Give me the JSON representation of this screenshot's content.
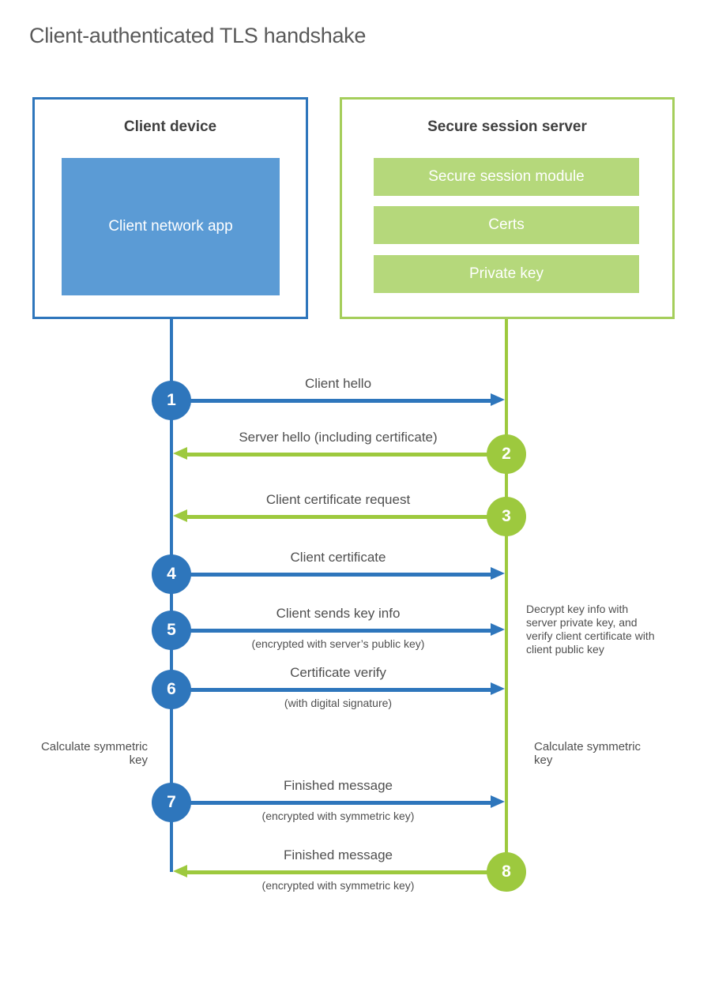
{
  "page": {
    "title": "Client-authenticated TLS handshake"
  },
  "colors": {
    "blue": "#2e76bc",
    "blue_fill": "#5b9bd5",
    "green": "#9dc93e",
    "green_border": "#a5ce5b",
    "green_fill": "#b5d87b",
    "text_dark": "#3f3f3f",
    "text_label": "#4f4f4f"
  },
  "actors": {
    "client": {
      "title": "Client device",
      "module": "Client network app"
    },
    "server": {
      "title": "Secure session server",
      "modules": [
        "Secure session module",
        "Certs",
        "Private key"
      ]
    }
  },
  "messages": [
    {
      "num": "1",
      "label": "Client hello",
      "sub": "",
      "from": "client",
      "to": "server"
    },
    {
      "num": "2",
      "label": "Server hello (including certificate)",
      "sub": "",
      "from": "server",
      "to": "client"
    },
    {
      "num": "3",
      "label": "Client certificate request",
      "sub": "",
      "from": "server",
      "to": "client"
    },
    {
      "num": "4",
      "label": "Client certificate",
      "sub": "",
      "from": "client",
      "to": "server"
    },
    {
      "num": "5",
      "label": "Client sends key info",
      "sub": "(encrypted with server’s public key)",
      "from": "client",
      "to": "server"
    },
    {
      "num": "6",
      "label": "Certificate verify",
      "sub": "(with digital signature)",
      "from": "client",
      "to": "server"
    },
    {
      "num": "7",
      "label": "Finished message",
      "sub": "(encrypted with symmetric key)",
      "from": "client",
      "to": "server"
    },
    {
      "num": "8",
      "label": "Finished message",
      "sub": "(encrypted with symmetric key)",
      "from": "server",
      "to": "client"
    }
  ],
  "annotations": {
    "decrypt_note": "Decrypt key info with server private key, and verify client certificate with client public key",
    "calc_left": "Calculate symmetric key",
    "calc_right": "Calculate symmetric key"
  }
}
